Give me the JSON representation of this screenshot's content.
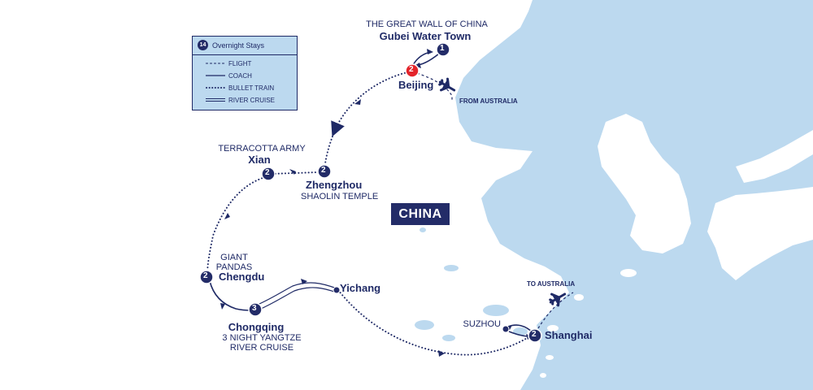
{
  "legend": {
    "overnight_count": "14",
    "overnight_label": "Overnight Stays",
    "items": [
      {
        "label": "FLIGHT",
        "style": "dashed"
      },
      {
        "label": "COACH",
        "style": "solid"
      },
      {
        "label": "BULLET TRAIN",
        "style": "dotted"
      },
      {
        "label": "RIVER CRUISE",
        "style": "double"
      }
    ]
  },
  "country": "CHINA",
  "colors": {
    "sea": "#bcd9ef",
    "land": "#ffffff",
    "route": "#1f2a66",
    "marker": "#232c68",
    "highlight_marker": "#e3242b"
  },
  "stops": [
    {
      "id": "gubei",
      "badge": "1",
      "name": "Gubei Water Town",
      "note": "THE GREAT WALL OF CHINA"
    },
    {
      "id": "beijing",
      "badge": "2",
      "name": "Beijing",
      "highlight": true
    },
    {
      "id": "zhengzhou",
      "badge": "2",
      "name": "Zhengzhou",
      "note": "SHAOLIN TEMPLE"
    },
    {
      "id": "xian",
      "badge": "2",
      "name": "Xian",
      "note": "TERRACOTTA ARMY"
    },
    {
      "id": "chengdu",
      "badge": "2",
      "name": "Chengdu",
      "note": [
        "GIANT",
        "PANDAS"
      ]
    },
    {
      "id": "chongqing",
      "badge": "3",
      "name": "Chongqing",
      "note": [
        "3 NIGHT YANGTZE",
        "RIVER CRUISE"
      ]
    },
    {
      "id": "yichang",
      "badge": "",
      "name": "Yichang"
    },
    {
      "id": "suzhou",
      "badge": "",
      "name": "SUZHOU"
    },
    {
      "id": "shanghai",
      "badge": "2",
      "name": "Shanghai"
    }
  ],
  "flights": {
    "arrival": "FROM AUSTRALIA",
    "departure": "TO AUSTRALIA"
  }
}
